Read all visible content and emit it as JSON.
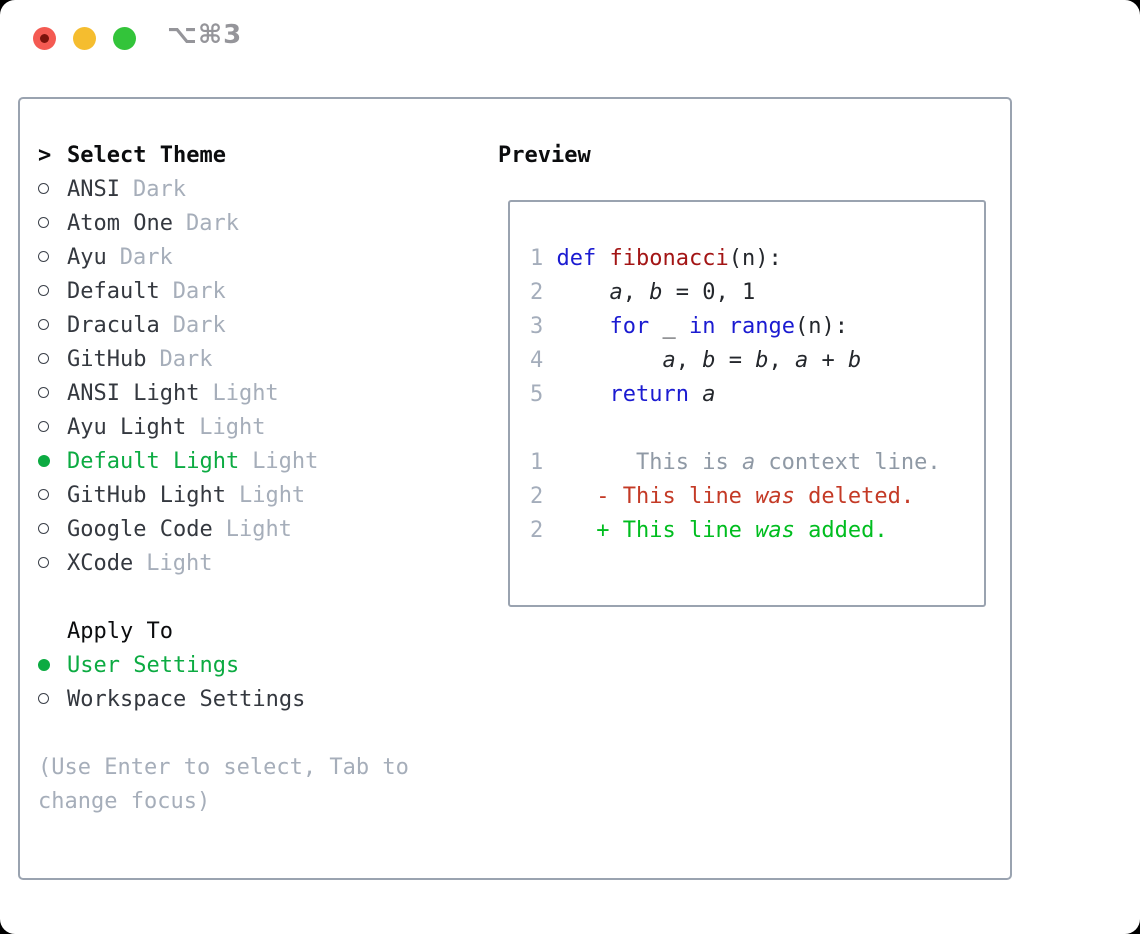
{
  "window": {
    "title": "⌥⌘3"
  },
  "colors": {
    "accent": "#0cab42",
    "added": "#00bd1f",
    "deleted": "#c43a26",
    "keyword": "#1b1bd1",
    "funcred": "#a31515",
    "text": "#34383f",
    "codetext": "#24272c",
    "muted": "#a6aeba",
    "context": "#8f99a5",
    "linenum": "#a4adbb",
    "border": "#9aa3b0",
    "heading": "#0b0c0e",
    "titlegray": "#95959a",
    "tlred": "#f45a52",
    "tldot": "#7c130c",
    "tlyellow": "#f5bd2f",
    "tlgreen": "#33c43a"
  },
  "theme_panel": {
    "cursor": ">",
    "heading": "Select Theme",
    "themes": [
      {
        "name": "ANSI",
        "variant": "Dark",
        "selected": false
      },
      {
        "name": "Atom One",
        "variant": "Dark",
        "selected": false
      },
      {
        "name": "Ayu",
        "variant": "Dark",
        "selected": false
      },
      {
        "name": "Default",
        "variant": "Dark",
        "selected": false
      },
      {
        "name": "Dracula",
        "variant": "Dark",
        "selected": false
      },
      {
        "name": "GitHub",
        "variant": "Dark",
        "selected": false
      },
      {
        "name": "ANSI Light",
        "variant": "Light",
        "selected": false
      },
      {
        "name": "Ayu Light",
        "variant": "Light",
        "selected": false
      },
      {
        "name": "Default Light",
        "variant": "Light",
        "selected": true
      },
      {
        "name": "GitHub Light",
        "variant": "Light",
        "selected": false
      },
      {
        "name": "Google Code",
        "variant": "Light",
        "selected": false
      },
      {
        "name": "XCode",
        "variant": "Light",
        "selected": false
      }
    ],
    "apply_heading": "Apply To",
    "apply_options": [
      {
        "label": "User Settings",
        "selected": true
      },
      {
        "label": "Workspace Settings",
        "selected": false
      }
    ],
    "help": "(Use Enter to select, Tab to change focus)"
  },
  "preview": {
    "heading": "Preview",
    "lines": [
      {
        "segs": [
          {
            "t": "1 ",
            "c": "ln"
          },
          {
            "t": "def",
            "c": "kw"
          },
          {
            "t": " ",
            "c": "p"
          },
          {
            "t": "fibonacci",
            "c": "fn"
          },
          {
            "t": "(n):",
            "c": "p"
          }
        ]
      },
      {
        "segs": [
          {
            "t": "2     ",
            "c": "ln"
          },
          {
            "t": "a",
            "c": "v"
          },
          {
            "t": ", ",
            "c": "p"
          },
          {
            "t": "b",
            "c": "v"
          },
          {
            "t": " = 0, 1",
            "c": "p"
          }
        ]
      },
      {
        "segs": [
          {
            "t": "3     ",
            "c": "ln"
          },
          {
            "t": "for",
            "c": "kw"
          },
          {
            "t": " _ ",
            "c": "p"
          },
          {
            "t": "in",
            "c": "kw"
          },
          {
            "t": " ",
            "c": "p"
          },
          {
            "t": "range",
            "c": "kw"
          },
          {
            "t": "(n):",
            "c": "p"
          }
        ]
      },
      {
        "segs": [
          {
            "t": "4         ",
            "c": "ln"
          },
          {
            "t": "a",
            "c": "v"
          },
          {
            "t": ", ",
            "c": "p"
          },
          {
            "t": "b",
            "c": "v"
          },
          {
            "t": " = ",
            "c": "p"
          },
          {
            "t": "b",
            "c": "v"
          },
          {
            "t": ", ",
            "c": "p"
          },
          {
            "t": "a",
            "c": "v"
          },
          {
            "t": " + ",
            "c": "p"
          },
          {
            "t": "b",
            "c": "v"
          }
        ]
      },
      {
        "segs": [
          {
            "t": "5     ",
            "c": "ln"
          },
          {
            "t": "return",
            "c": "kw"
          },
          {
            "t": " ",
            "c": "p"
          },
          {
            "t": "a",
            "c": "v"
          }
        ]
      },
      {
        "blank": true
      },
      {
        "segs": [
          {
            "t": "1       ",
            "c": "ln"
          },
          {
            "t": "This is ",
            "c": "ctx"
          },
          {
            "t": "a",
            "c": "ctxi"
          },
          {
            "t": " context line.",
            "c": "ctx"
          }
        ]
      },
      {
        "segs": [
          {
            "t": "2    ",
            "c": "ln"
          },
          {
            "t": "- This line ",
            "c": "del"
          },
          {
            "t": "was",
            "c": "deli"
          },
          {
            "t": " deleted.",
            "c": "del"
          }
        ]
      },
      {
        "segs": [
          {
            "t": "2    ",
            "c": "ln"
          },
          {
            "t": "+ This line ",
            "c": "add"
          },
          {
            "t": "was",
            "c": "addi"
          },
          {
            "t": " added.",
            "c": "add"
          }
        ]
      }
    ]
  }
}
